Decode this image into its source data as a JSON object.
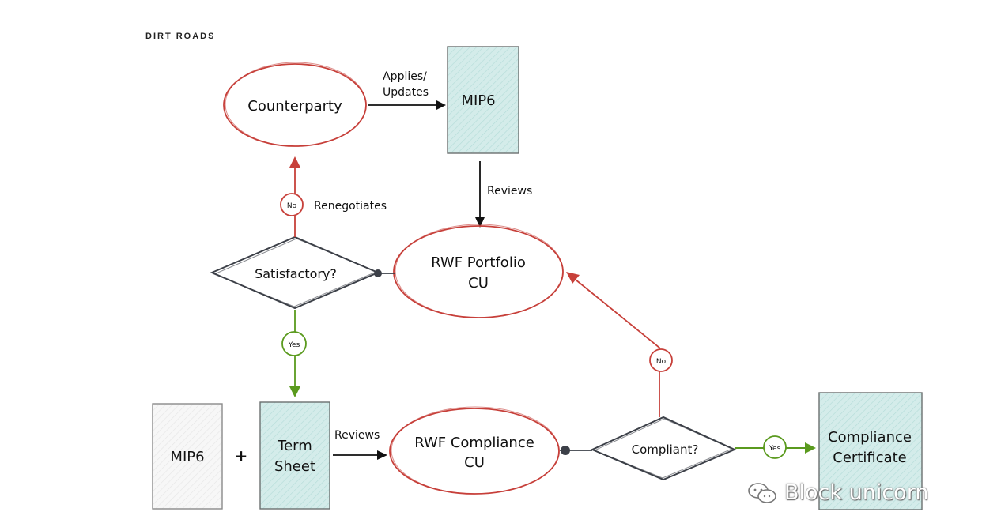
{
  "brand": "DIRT ROADS",
  "watermark": "Block unicorn",
  "colors": {
    "red": "#c7403a",
    "green": "#5a9a1e",
    "dark": "#3c4048",
    "teal_fill": "#d4ecea"
  },
  "nodes": {
    "counterparty": "Counterparty",
    "mip6_top": "MIP6",
    "rwf_portfolio_line1": "RWF Portfolio",
    "rwf_portfolio_line2": "CU",
    "satisfactory": "Satisfactory?",
    "mip6_bottom": "MIP6",
    "plus": "+",
    "term_sheet_line1": "Term",
    "term_sheet_line2": "Sheet",
    "rwf_compliance_line1": "RWF Compliance",
    "rwf_compliance_line2": "CU",
    "compliant": "Compliant?",
    "certificate_line1": "Compliance",
    "certificate_line2": "Certificate"
  },
  "edges": {
    "applies_line1": "Applies/",
    "applies_line2": "Updates",
    "reviews_top": "Reviews",
    "renegotiates": "Renegotiates",
    "reviews_bottom": "Reviews",
    "no_top": "No",
    "yes_left": "Yes",
    "no_right": "No",
    "yes_right": "Yes"
  }
}
